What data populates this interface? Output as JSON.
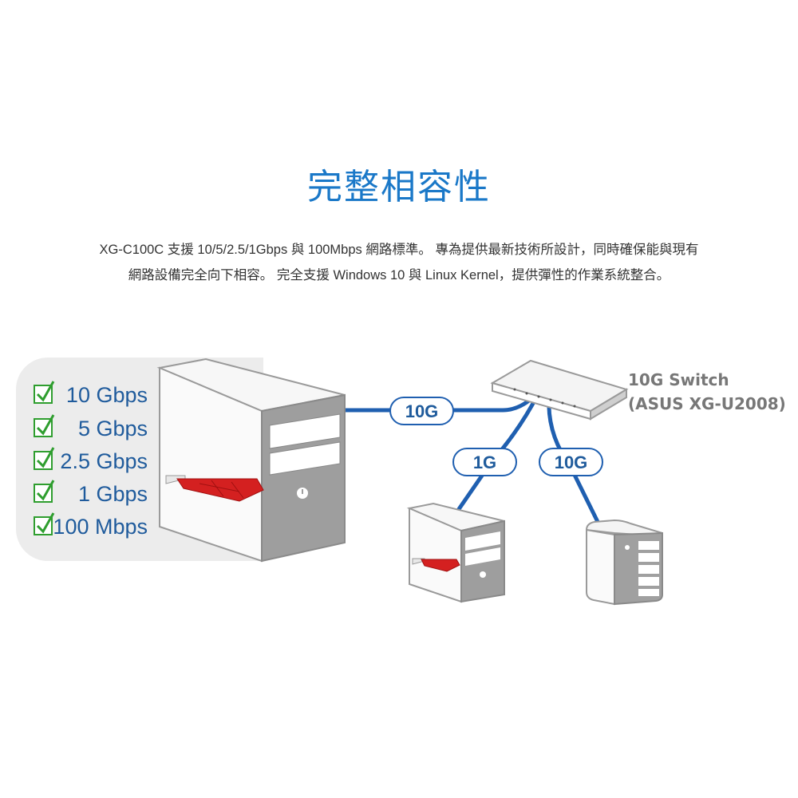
{
  "title": "完整相容性",
  "description": {
    "line1": "XG-C100C 支援 10/5/2.5/1Gbps 與 100Mbps 網路標準。 專為提供最新技術所設計，同時確保能與現有",
    "line2": "網路設備完全向下相容。 完全支援 Windows 10 與 Linux Kernel，提供彈性的作業系統整合。"
  },
  "speeds": [
    "10 Gbps",
    "5 Gbps",
    "2.5 Gbps",
    "1 Gbps",
    "100 Mbps"
  ],
  "links": {
    "main": "10G",
    "to_pc": "1G",
    "to_nas": "10G"
  },
  "switch_label": {
    "line1": "10G Switch",
    "line2": "(ASUS XG-U2008)"
  },
  "colors": {
    "accent_blue": "#1a78c8",
    "cable_blue": "#1f5fb0",
    "checkmark_green": "#2f9e2f",
    "nic_red": "#d42020",
    "panel_gray": "#ececec"
  }
}
